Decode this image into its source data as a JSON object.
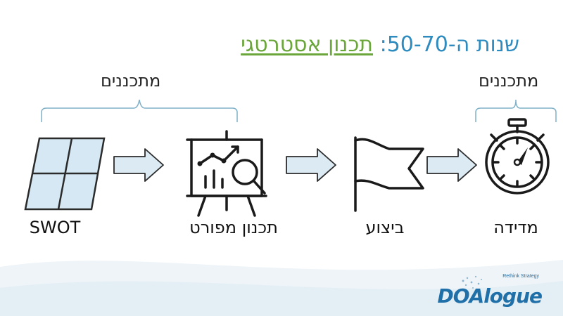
{
  "title": {
    "prefix": "שנות ה-50-70: ",
    "link": "תכנון אסטרטגי"
  },
  "brackets": {
    "left_label": "מתכננים",
    "right_label": "מתכננים"
  },
  "steps": [
    {
      "label": "SWOT",
      "icon": "swot-grid-icon"
    },
    {
      "label": "תכנון מפורט",
      "icon": "presentation-chart-icon"
    },
    {
      "label": "ביצוע",
      "icon": "flag-icon"
    },
    {
      "label": "מדידה",
      "icon": "stopwatch-icon"
    }
  ],
  "logo": {
    "main": "DOAlogue",
    "sub": "Rethink Strategy"
  },
  "colors": {
    "title": "#2d8bbf",
    "title_link": "#6aa63a",
    "bracket": "#7fb0c8",
    "arrow_fill": "#dbeaf3",
    "swot_fill": "#d5e8f3",
    "logo": "#1f6fa8"
  }
}
